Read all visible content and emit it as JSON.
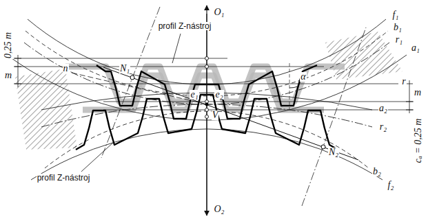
{
  "diagram": {
    "labels": [
      "O₁",
      "0,25 m",
      "m",
      "N₁",
      "n",
      "profil Z-nástroj",
      "e₁",
      "e₂",
      "V",
      "α",
      "r",
      "m",
      "cₐ = 0,25 m",
      "f₁",
      "b₁",
      "r₁",
      "a₁",
      "a₂",
      "r₂",
      "N₂",
      "b₂",
      "f₂",
      "profil Z-nástroj",
      "O₂"
    ]
  }
}
